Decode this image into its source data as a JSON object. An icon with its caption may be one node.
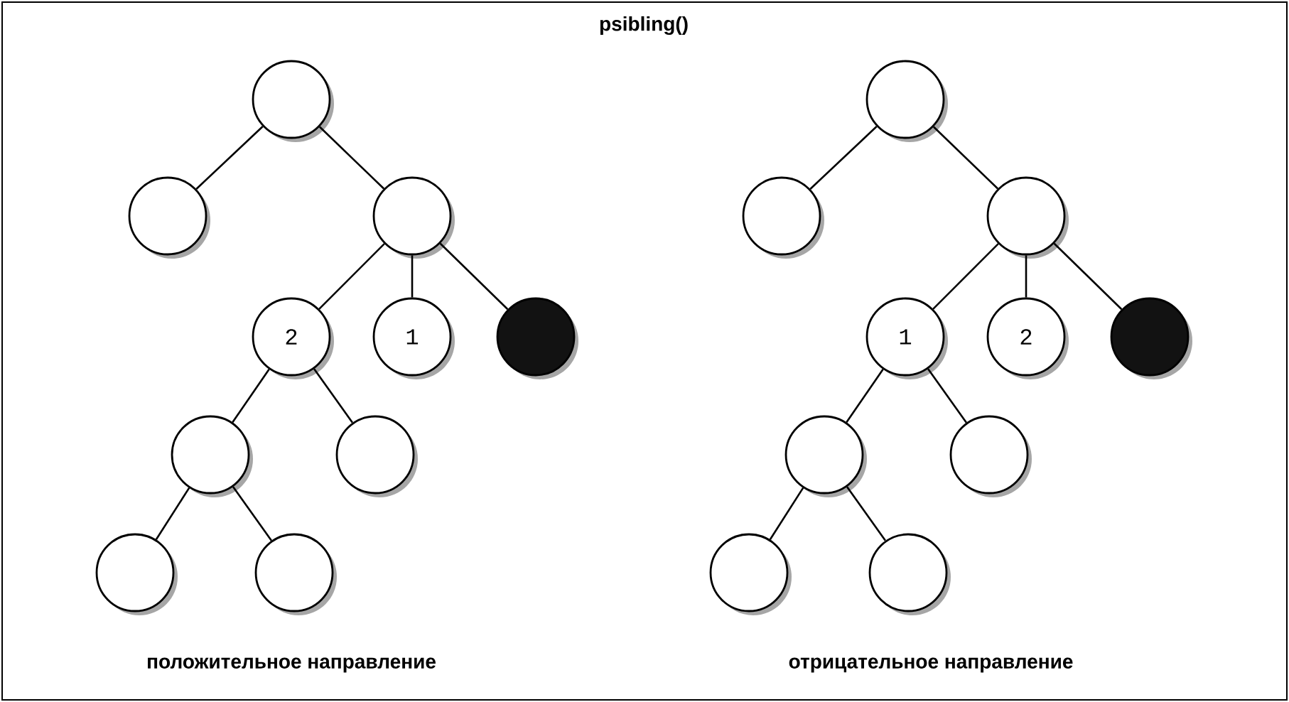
{
  "diagram": {
    "title": "psibling()",
    "nodes": [
      {
        "text": [],
        "shape": "circle"
      },
      {
        "text": [],
        "shape": "circle"
      },
      {
        "text": [],
        "shape": "circle"
      },
      {
        "text": [
          "2"
        ]
      },
      {
        "text": [
          "1"
        ]
      },
      {
        "text": [],
        "shape": "dot"
      },
      {
        "text": [],
        "shape": "circle"
      },
      {
        "text": [],
        "shape": "circle"
      },
      {
        "text": [],
        "shape": "circle"
      },
      {
        "text": [],
        "shape": "circle"
      },
      {
        "text": [],
        "shape": "circle"
      },
      {
        "text": [],
        "shape": "circle"
      },
      {
        "text": [],
        "shape": "circle"
      },
      {
        "text": [
          "1"
        ]
      },
      {
        "text": [
          "2"
        ]
      },
      {
        "text": [],
        "shape": "dot"
      },
      {
        "text": [],
        "shape": "circle"
      },
      {
        "text": [],
        "shape": "circle"
      },
      {
        "text": [],
        "shape": "circle"
      },
      {
        "text": [],
        "shape": "circle"
      }
    ],
    "edges": [
      {
        "from": 0,
        "to": 1,
        "arrow": "none"
      },
      {
        "from": 0,
        "to": 2,
        "arrow": "none"
      },
      {
        "from": 2,
        "to": 3,
        "arrow": "none"
      },
      {
        "from": 2,
        "to": 4,
        "arrow": "none"
      },
      {
        "from": 2,
        "to": 5,
        "arrow": "none"
      },
      {
        "from": 3,
        "to": 6,
        "arrow": "none"
      },
      {
        "from": 3,
        "to": 7,
        "arrow": "none"
      },
      {
        "from": 6,
        "to": 8,
        "arrow": "none"
      },
      {
        "from": 6,
        "to": 9,
        "arrow": "none"
      },
      {
        "from": 10,
        "to": 11,
        "arrow": "none"
      },
      {
        "from": 10,
        "to": 12,
        "arrow": "none"
      },
      {
        "from": 12,
        "to": 13,
        "arrow": "none"
      },
      {
        "from": 12,
        "to": 14,
        "arrow": "none"
      },
      {
        "from": 12,
        "to": 15,
        "arrow": "none"
      },
      {
        "from": 13,
        "to": 16,
        "arrow": "none"
      },
      {
        "from": 13,
        "to": 17,
        "arrow": "none"
      },
      {
        "from": 16,
        "to": 18,
        "arrow": "none"
      },
      {
        "from": 16,
        "to": 19,
        "arrow": "none"
      }
    ],
    "labels": [
      "положительное направление",
      "отрицательное  направление"
    ]
  }
}
